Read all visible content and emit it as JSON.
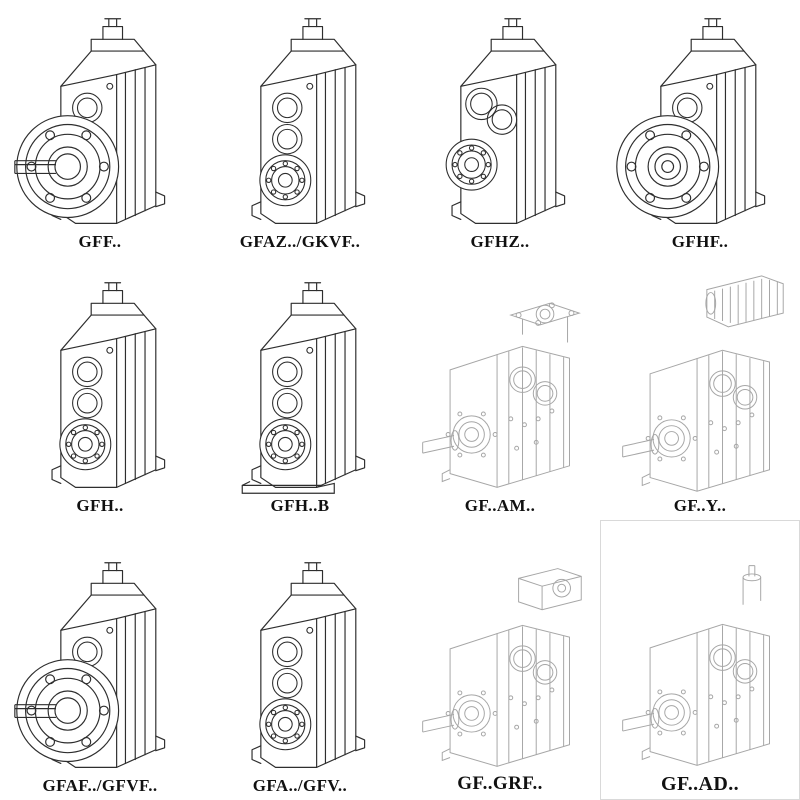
{
  "page": {
    "background": "#ffffff",
    "line_color": "#2e2e2e",
    "light_line_color": "#a6a6a6",
    "label_color": "#111111"
  },
  "catalog": {
    "items": [
      {
        "label": "GFF..",
        "variant": "flange-with-shaft"
      },
      {
        "label": "GFAZ../GKVF..",
        "variant": "hollow-shaft-bores"
      },
      {
        "label": "GFHZ..",
        "variant": "hollow-shaft-high-bores"
      },
      {
        "label": "GFHF..",
        "variant": "flange-hollow"
      },
      {
        "label": "GFH..",
        "variant": "hollow-shaft-bores"
      },
      {
        "label": "GFH..B",
        "variant": "hollow-shaft-foot"
      },
      {
        "label": "GF..AM..",
        "variant": "light-motor-flange-adapter"
      },
      {
        "label": "GF..Y..",
        "variant": "light-with-motor"
      },
      {
        "label": "GFAF../GFVF..",
        "variant": "flange-with-shaft"
      },
      {
        "label": "GFA../GFV..",
        "variant": "hollow-shaft-bores"
      },
      {
        "label": "GF..GRF..",
        "variant": "light-input-adapter"
      },
      {
        "label": "GF..AD..",
        "variant": "light-input-shaft"
      }
    ]
  }
}
